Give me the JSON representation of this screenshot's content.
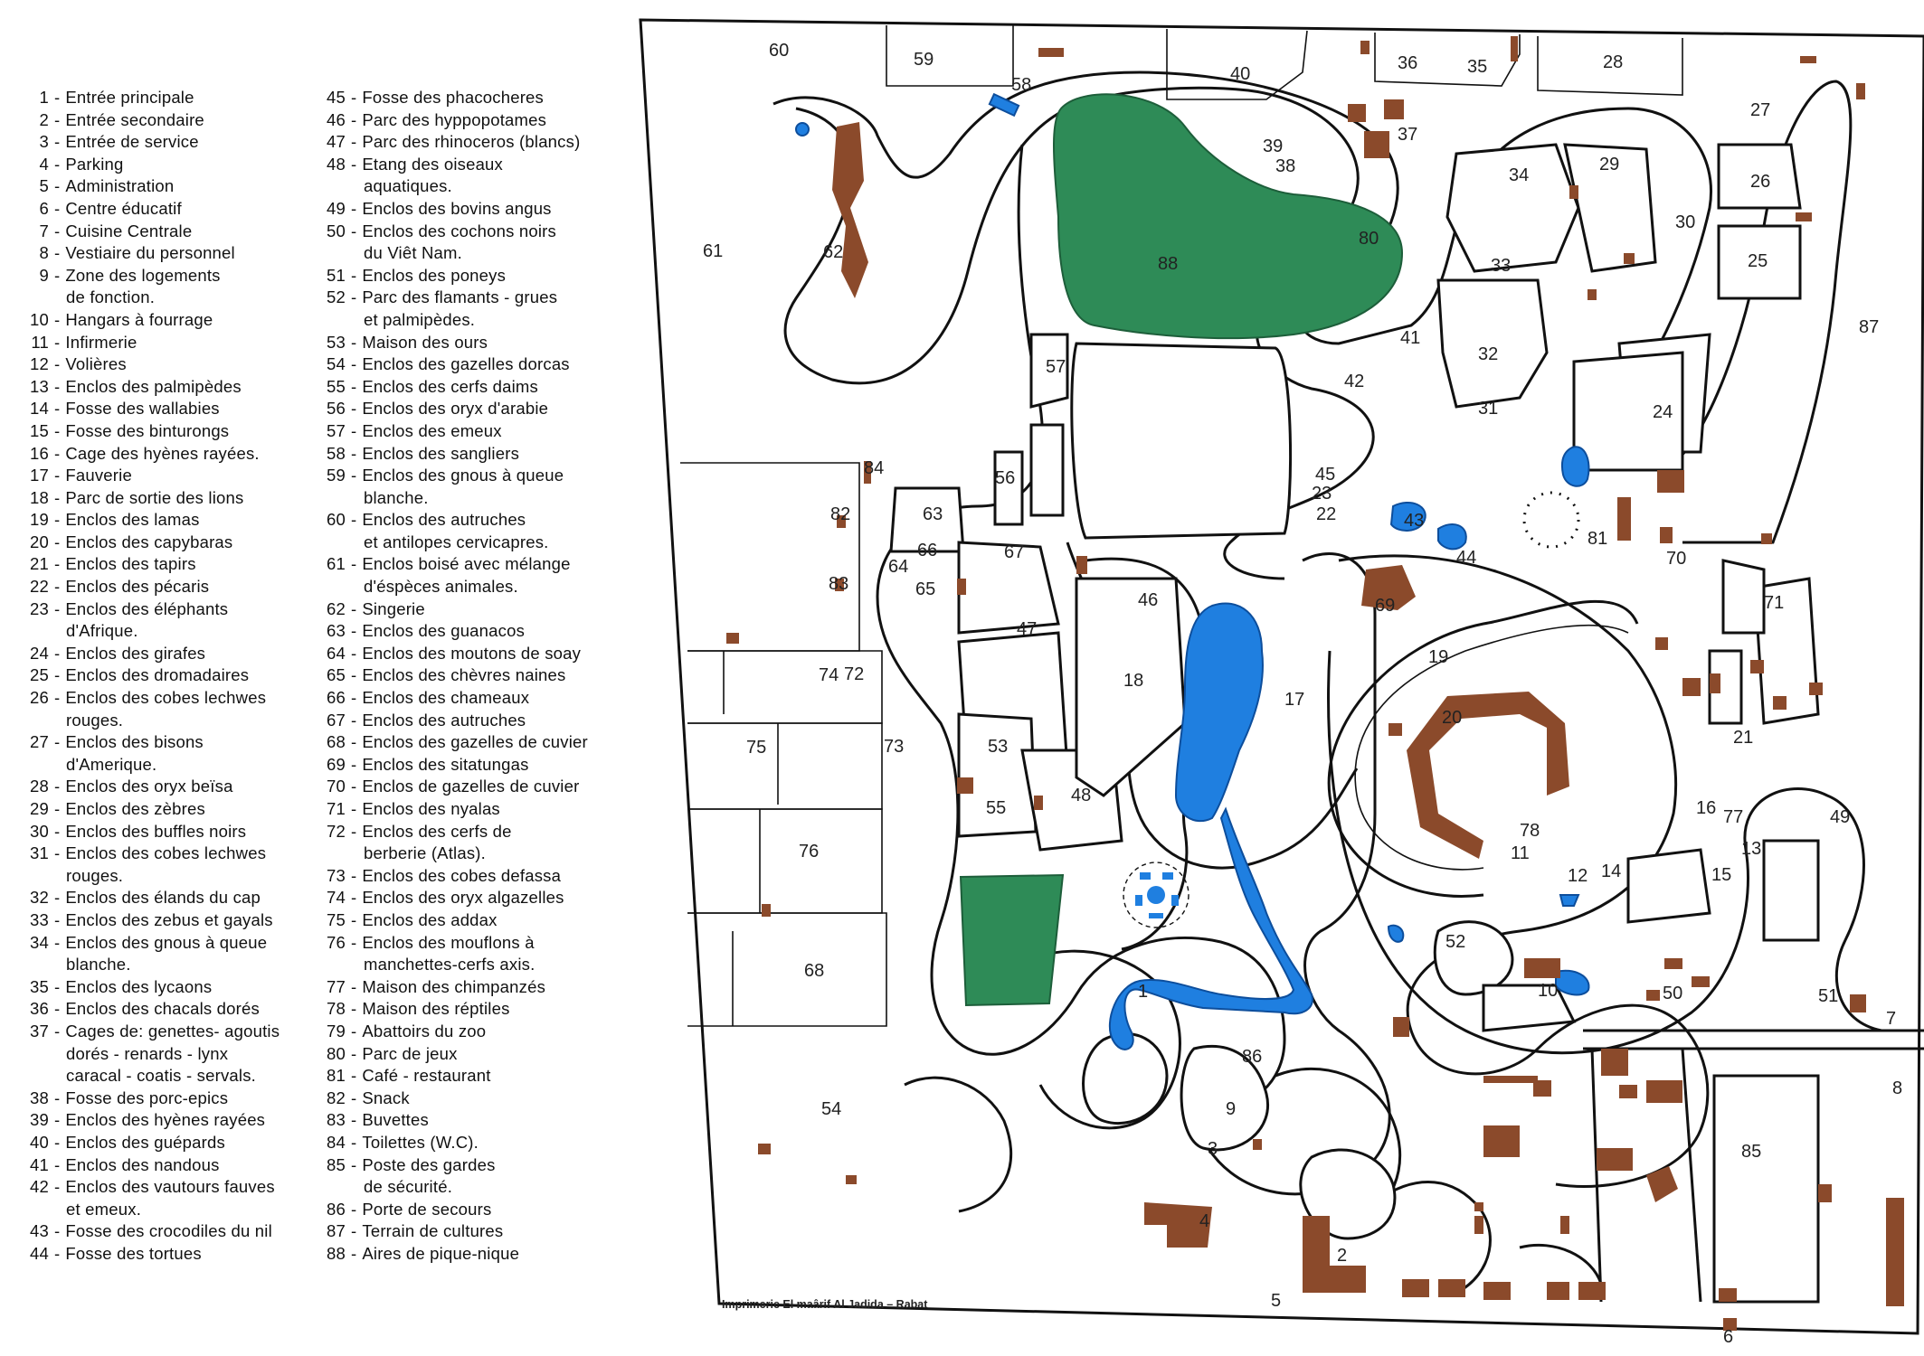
{
  "legend": {
    "column1": [
      {
        "num": "1",
        "text": "Entrée principale"
      },
      {
        "num": "2",
        "text": "Entrée secondaire"
      },
      {
        "num": "3",
        "text": "Entrée de service"
      },
      {
        "num": "4",
        "text": "Parking"
      },
      {
        "num": "5",
        "text": "Administration"
      },
      {
        "num": "6",
        "text": "Centre éducatif"
      },
      {
        "num": "7",
        "text": "Cuisine Centrale"
      },
      {
        "num": "8",
        "text": "Vestiaire du personnel"
      },
      {
        "num": "9",
        "text": "Zone des logements",
        "cont": "de fonction."
      },
      {
        "num": "10",
        "text": "Hangars à fourrage"
      },
      {
        "num": "11",
        "text": "Infirmerie"
      },
      {
        "num": "12",
        "text": "Volières"
      },
      {
        "num": "13",
        "text": "Enclos des palmipèdes"
      },
      {
        "num": "14",
        "text": "Fosse des wallabies"
      },
      {
        "num": "15",
        "text": "Fosse des binturongs"
      },
      {
        "num": "16",
        "text": "Cage des hyènes rayées."
      },
      {
        "num": "17",
        "text": "Fauverie"
      },
      {
        "num": "18",
        "text": "Parc de sortie des lions"
      },
      {
        "num": "19",
        "text": "Enclos des lamas"
      },
      {
        "num": "20",
        "text": "Enclos des capybaras"
      },
      {
        "num": "21",
        "text": "Enclos des tapirs"
      },
      {
        "num": "22",
        "text": "Enclos des pécaris"
      },
      {
        "num": "23",
        "text": "Enclos des éléphants",
        "cont": "d'Afrique."
      },
      {
        "num": "24",
        "text": "Enclos des girafes"
      },
      {
        "num": "25",
        "text": "Enclos des dromadaires"
      },
      {
        "num": "26",
        "text": "Enclos des cobes lechwes",
        "cont": "rouges."
      },
      {
        "num": "27",
        "text": "Enclos des bisons",
        "cont": "d'Amerique."
      },
      {
        "num": "28",
        "text": "Enclos des oryx beïsa"
      },
      {
        "num": "29",
        "text": "Enclos des zèbres"
      },
      {
        "num": "30",
        "text": "Enclos des buffles noirs"
      },
      {
        "num": "31",
        "text": "Enclos des cobes lechwes",
        "cont": "rouges."
      },
      {
        "num": "32",
        "text": "Enclos des élands du cap"
      },
      {
        "num": "33",
        "text": "Enclos des zebus et gayals"
      },
      {
        "num": "34",
        "text": "Enclos des gnous à queue",
        "cont": "blanche."
      },
      {
        "num": "35",
        "text": "Enclos des lycaons"
      },
      {
        "num": "36",
        "text": "Enclos des chacals dorés"
      },
      {
        "num": "37",
        "text": "Cages de: genettes- agoutis",
        "cont": "dorés - renards - lynx",
        "cont2": "caracal - coatis - servals."
      },
      {
        "num": "38",
        "text": "Fosse des porc-epics"
      },
      {
        "num": "39",
        "text": "Enclos des hyènes rayées"
      },
      {
        "num": "40",
        "text": "Enclos des guépards"
      },
      {
        "num": "41",
        "text": "Enclos des nandous"
      },
      {
        "num": "42",
        "text": "Enclos des vautours fauves",
        "cont": "et emeux."
      },
      {
        "num": "43",
        "text": "Fosse des crocodiles du nil"
      },
      {
        "num": "44",
        "text": "Fosse des tortues"
      }
    ],
    "column2": [
      {
        "num": "45",
        "text": "Fosse des phacocheres"
      },
      {
        "num": "46",
        "text": "Parc des hyppopotames"
      },
      {
        "num": "47",
        "text": "Parc des rhinoceros (blancs)"
      },
      {
        "num": "48",
        "text": "Etang des oiseaux",
        "cont": "aquatiques."
      },
      {
        "num": "49",
        "text": "Enclos des bovins angus"
      },
      {
        "num": "50",
        "text": "Enclos des cochons noirs",
        "cont": "du Viêt Nam."
      },
      {
        "num": "51",
        "text": "Enclos des poneys"
      },
      {
        "num": "52",
        "text": "Parc des flamants - grues",
        "cont": "et palmipèdes."
      },
      {
        "num": "53",
        "text": "Maison des ours"
      },
      {
        "num": "54",
        "text": "Enclos des gazelles dorcas"
      },
      {
        "num": "55",
        "text": "Enclos des cerfs daims"
      },
      {
        "num": "56",
        "text": "Enclos des oryx d'arabie"
      },
      {
        "num": "57",
        "text": "Enclos des emeux"
      },
      {
        "num": "58",
        "text": "Enclos des sangliers"
      },
      {
        "num": "59",
        "text": "Enclos des gnous à queue",
        "cont": "blanche."
      },
      {
        "num": "60",
        "text": "Enclos des autruches",
        "cont": "et antilopes cervicapres."
      },
      {
        "num": "61",
        "text": "Enclos boisé avec mélange",
        "cont": "d'éspèces animales."
      },
      {
        "num": "62",
        "text": "Singerie"
      },
      {
        "num": "63",
        "text": "Enclos des guanacos"
      },
      {
        "num": "64",
        "text": "Enclos des moutons de soay"
      },
      {
        "num": "65",
        "text": "Enclos des chèvres naines"
      },
      {
        "num": "66",
        "text": "Enclos des chameaux"
      },
      {
        "num": "67",
        "text": "Enclos des autruches"
      },
      {
        "num": "68",
        "text": "Enclos des gazelles de cuvier"
      },
      {
        "num": "69",
        "text": "Enclos des sitatungas"
      },
      {
        "num": "70",
        "text": "Enclos de gazelles de cuvier"
      },
      {
        "num": "71",
        "text": "Enclos des nyalas"
      },
      {
        "num": "72",
        "text": "Enclos des  cerfs  de",
        "cont": "berberie (Atlas)."
      },
      {
        "num": "73",
        "text": "Enclos des cobes defassa"
      },
      {
        "num": "74",
        "text": "Enclos des oryx algazelles"
      },
      {
        "num": "75",
        "text": "Enclos des addax"
      },
      {
        "num": "76",
        "text": "Enclos des mouflons à",
        "cont": "manchettes-cerfs axis."
      },
      {
        "num": "77",
        "text": "Maison des chimpanzés"
      },
      {
        "num": "78",
        "text": "Maison des réptiles"
      },
      {
        "num": "79",
        "text": "Abattoirs du zoo"
      },
      {
        "num": "80",
        "text": "Parc de jeux"
      },
      {
        "num": "81",
        "text": "Café - restaurant"
      },
      {
        "num": "82",
        "text": "Snack"
      },
      {
        "num": "83",
        "text": "Buvettes"
      },
      {
        "num": "84",
        "text": "Toilettes (W.C)."
      },
      {
        "num": "85",
        "text": "Poste des gardes",
        "cont": "de sécurité."
      },
      {
        "num": "86",
        "text": "Porte de secours"
      },
      {
        "num": "87",
        "text": "Terrain de cultures"
      },
      {
        "num": "88",
        "text": "Aires de pique-nique"
      }
    ]
  },
  "credit": "Imprimerie El maârif Al Jadida  –  Rabat",
  "colors": {
    "picnic_green": "#2e8b57",
    "water_blue": "#1f7fe0",
    "building_brown": "#8b4a2b",
    "outline": "#111111"
  },
  "map_labels": [
    "60",
    "59",
    "58",
    "40",
    "36",
    "35",
    "28",
    "27",
    "26",
    "25",
    "87",
    "37",
    "39",
    "38",
    "29",
    "30",
    "34",
    "33",
    "61",
    "62",
    "88",
    "80",
    "57",
    "42",
    "41",
    "32",
    "31",
    "24",
    "84",
    "82",
    "83",
    "63",
    "66",
    "64",
    "65",
    "56",
    "67",
    "46",
    "47",
    "43",
    "44",
    "45",
    "23",
    "22",
    "81",
    "70",
    "69",
    "71",
    "72",
    "74",
    "73",
    "75",
    "76",
    "68",
    "54",
    "53",
    "55",
    "48",
    "18",
    "17",
    "19",
    "20",
    "21",
    "16",
    "15",
    "14",
    "13",
    "12",
    "11",
    "78",
    "77",
    "50",
    "49",
    "51",
    "52",
    "10",
    "9",
    "3",
    "86",
    "1",
    "2",
    "4",
    "5",
    "6",
    "7",
    "8",
    "85"
  ]
}
